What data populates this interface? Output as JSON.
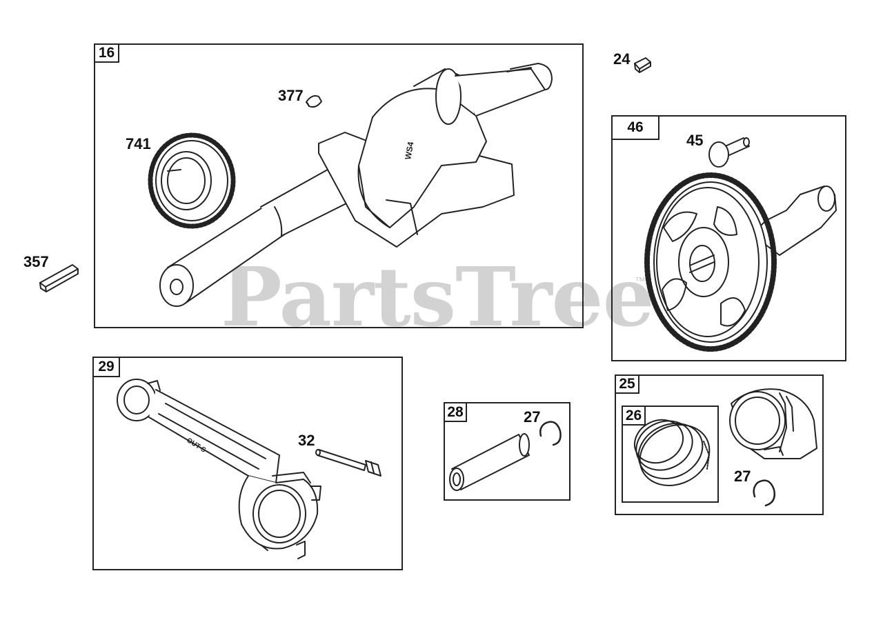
{
  "watermark": {
    "text": "PartsTree",
    "trademark": "™"
  },
  "callouts": {
    "c16": "16",
    "c24": "24",
    "c377": "377",
    "c741": "741",
    "c357": "357",
    "c46": "46",
    "c45": "45",
    "c29": "29",
    "c32": "32",
    "c28": "28",
    "c27a": "27",
    "c25": "25",
    "c26": "26",
    "c27b": "27"
  },
  "markings": {
    "crank_stamp": "WS4",
    "rod_stamp": "OUT-S"
  },
  "colors": {
    "line": "#222222",
    "watermark": "#d2d2d2",
    "background": "#ffffff"
  }
}
